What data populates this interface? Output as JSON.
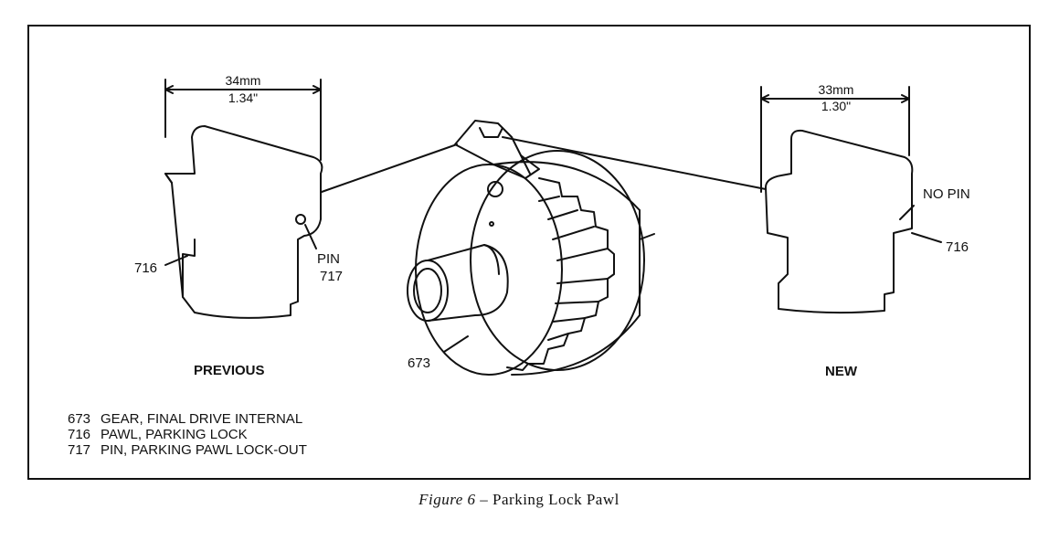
{
  "left_part": {
    "dim_mm": "34mm",
    "dim_in": "1.34\"",
    "part_label": "716",
    "pin_label": "PIN",
    "pin_number": "717",
    "caption": "PREVIOUS"
  },
  "right_part": {
    "dim_mm": "33mm",
    "dim_in": "1.30\"",
    "no_pin_label": "NO PIN",
    "part_label": "716",
    "caption": "NEW"
  },
  "gear": {
    "part_label": "673"
  },
  "legend": [
    {
      "number": "673",
      "text": "GEAR, FINAL DRIVE INTERNAL"
    },
    {
      "number": "716",
      "text": "PAWL, PARKING LOCK"
    },
    {
      "number": "717",
      "text": "PIN, PARKING PAWL LOCK-OUT"
    }
  ],
  "figure_caption": {
    "figure": "Figure 6",
    "dash": "–",
    "title": "Parking Lock Pawl"
  }
}
